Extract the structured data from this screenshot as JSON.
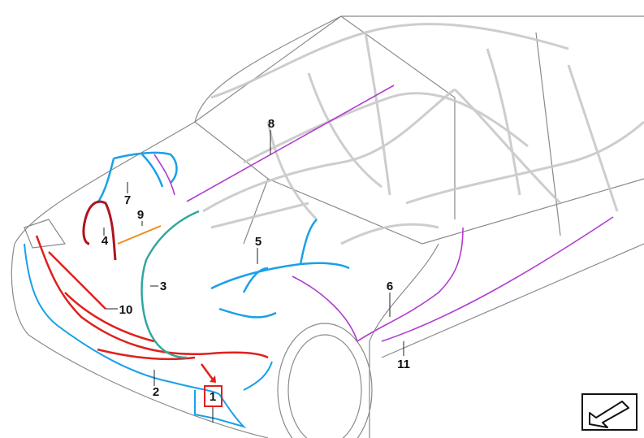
{
  "diagram": {
    "callouts": [
      {
        "id": "1",
        "label": "1"
      },
      {
        "id": "2",
        "label": "2"
      },
      {
        "id": "3",
        "label": "3"
      },
      {
        "id": "4",
        "label": "4"
      },
      {
        "id": "5",
        "label": "5"
      },
      {
        "id": "6",
        "label": "6"
      },
      {
        "id": "7",
        "label": "7"
      },
      {
        "id": "8",
        "label": "8"
      },
      {
        "id": "9",
        "label": "9"
      },
      {
        "id": "10",
        "label": "10"
      },
      {
        "id": "11",
        "label": "11"
      }
    ],
    "highlighted_callout": "1",
    "colors": {
      "harness_red": "#e0201c",
      "harness_blue": "#1aa0e8",
      "harness_darkred": "#b0141e",
      "harness_teal": "#2fa79e",
      "harness_magenta": "#b03cd0",
      "harness_orange": "#f08a1c",
      "body_outline": "#8a8a8a",
      "ghost_harness": "#c8c8c8",
      "highlight_box": "#e0201c"
    },
    "nav_icon": "arrow-down-left-icon"
  }
}
